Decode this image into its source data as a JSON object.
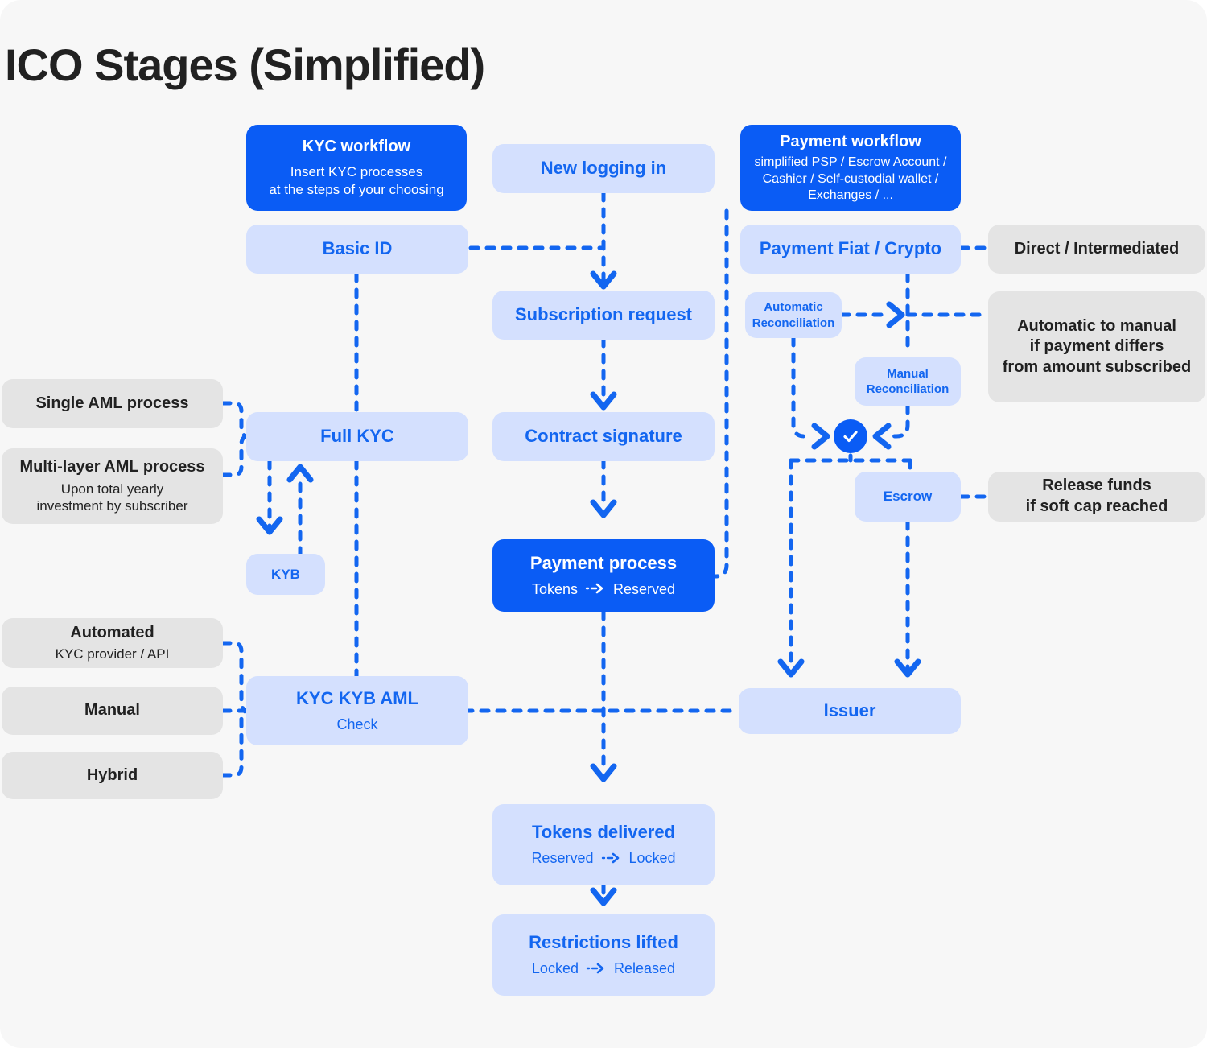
{
  "page": {
    "title": "ICO Stages (Simplified)",
    "background": "#f7f7f7",
    "accent_blue": "#0a5cf5",
    "light_blue": "#d4e0fe",
    "text_blue": "#1366f0",
    "grey_fill": "#e4e4e4",
    "dark_text": "#212121"
  },
  "nodes": {
    "kyc_workflow": {
      "title": "KYC workflow",
      "line1": "Insert KYC processes",
      "line2": "at the steps of your choosing",
      "style": "solid-blue"
    },
    "payment_workflow": {
      "title": "Payment workflow",
      "line1": "simplified PSP / Escrow Account /",
      "line2": "Cashier / Self-custodial wallet /",
      "line3": "Exchanges / ...",
      "style": "solid-blue"
    },
    "new_logging_in": {
      "title": "New logging in",
      "style": "light-blue"
    },
    "subscription_request": {
      "title": "Subscription request",
      "style": "light-blue"
    },
    "contract_signature": {
      "title": "Contract signature",
      "style": "light-blue"
    },
    "payment_process": {
      "title": "Payment process",
      "sub_from": "Tokens",
      "sub_to": "Reserved",
      "style": "solid-blue"
    },
    "tokens_delivered": {
      "title": "Tokens delivered",
      "sub_from": "Reserved",
      "sub_to": "Locked",
      "style": "light-blue"
    },
    "restrictions_lifted": {
      "title": "Restrictions lifted",
      "sub_from": "Locked",
      "sub_to": "Released",
      "style": "light-blue"
    },
    "basic_id": {
      "title": "Basic ID",
      "style": "light-blue"
    },
    "full_kyc": {
      "title": "Full KYC",
      "style": "light-blue"
    },
    "kyb": {
      "title": "KYB",
      "style": "light-blue"
    },
    "kyc_kyb_aml": {
      "title": "KYC KYB AML",
      "sub": "Check",
      "style": "light-blue"
    },
    "payment_fiat_crypto": {
      "title": "Payment Fiat / Crypto",
      "style": "light-blue"
    },
    "automatic_reconciliation": {
      "line1": "Automatic",
      "line2": "Reconciliation",
      "style": "light-blue"
    },
    "manual_reconciliation": {
      "line1": "Manual",
      "line2": "Reconciliation",
      "style": "light-blue"
    },
    "escrow": {
      "title": "Escrow",
      "style": "light-blue"
    },
    "issuer": {
      "title": "Issuer",
      "style": "light-blue"
    }
  },
  "annotations": {
    "single_aml": {
      "title": "Single AML process",
      "style": "grey"
    },
    "multi_layer_aml": {
      "title": "Multi-layer AML process",
      "line1": "Upon total yearly",
      "line2": "investment by subscriber",
      "style": "grey"
    },
    "automated": {
      "title": "Automated",
      "sub": "KYC provider / API",
      "style": "grey"
    },
    "manual": {
      "title": "Manual",
      "style": "grey"
    },
    "hybrid": {
      "title": "Hybrid",
      "style": "grey"
    },
    "direct_intermediated": {
      "title": "Direct / Intermediated",
      "style": "grey"
    },
    "automatic_to_manual": {
      "line1": "Automatic to manual",
      "line2": "if payment differs",
      "line3": "from amount subscribed",
      "style": "grey"
    },
    "release_funds": {
      "line1": "Release funds",
      "line2": "if soft cap reached",
      "style": "grey"
    }
  },
  "icons": {
    "check_badge": "check-circle-icon",
    "state_arrow": "dashed-arrow-glyph"
  }
}
